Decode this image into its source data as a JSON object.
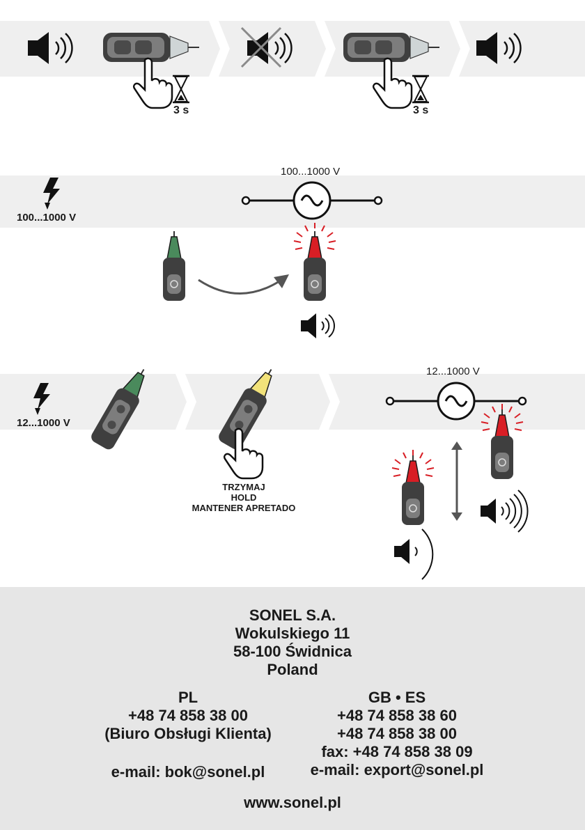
{
  "section1": {
    "timer_left": "3 s",
    "timer_right": "3 s"
  },
  "section2": {
    "range_label": "100...1000 V",
    "source_label": "100...1000 V"
  },
  "section3": {
    "range_label": "12...1000 V",
    "source_label": "12...1000 V",
    "hold_lines": [
      "TRZYMAJ",
      "HOLD",
      "MANTENER APRETADO"
    ]
  },
  "footer": {
    "company": "SONEL S.A.",
    "street": "Wokulskiego 11",
    "city": "58-100 Świdnica",
    "country": "Poland",
    "pl": {
      "heading": "PL",
      "phone": "+48 74 858 38 00",
      "note": "(Biuro Obsługi Klienta)",
      "email": "e-mail: bok@sonel.pl"
    },
    "gb_es": {
      "heading": "GB • ES",
      "phone1": "+48 74 858 38 60",
      "phone2": "+48 74 858 38 00",
      "fax": "fax: +48 74 858 38 09",
      "email": "e-mail: export@sonel.pl"
    },
    "website": "www.sonel.pl"
  },
  "colors": {
    "band": "#efefef",
    "footer": "#e6e6e6",
    "tip_green": "#4a8a5c",
    "tip_red": "#d81e25",
    "tip_yellow": "#f2e27a",
    "tester_body": "#4a4a4a"
  }
}
